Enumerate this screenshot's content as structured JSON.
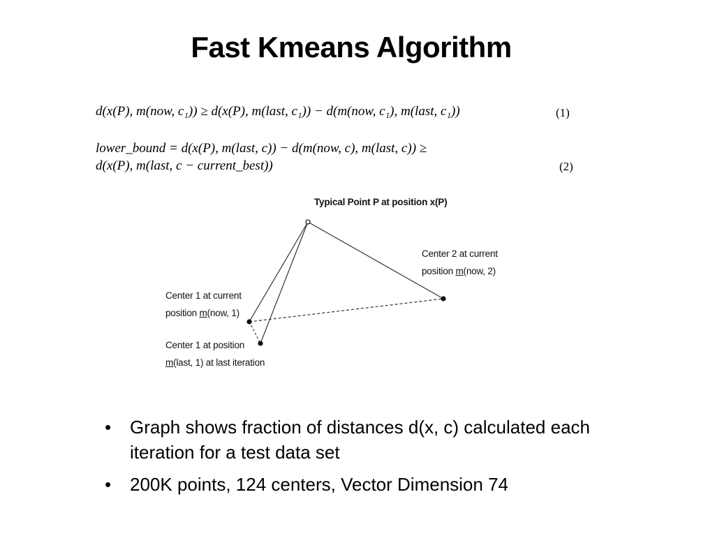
{
  "title": "Fast Kmeans Algorithm",
  "equations": {
    "eq1": "d(x(P), m(now, c₁)) ≥  d(x(P), m(last, c₁)) −  d(m(now, c₁), m(last, c₁))",
    "eq1_number": "(1)",
    "eq2_line1": "lower_bound = d(x(P), m(last, c)) − d(m(now, c), m(last, c)) ≥",
    "eq2_line2": "d(x(P), m(last, c − current_best))",
    "eq2_number": "(2)"
  },
  "diagram": {
    "point_label": "Typical Point P at position x(P)",
    "center2_line1": "Center 2 at current",
    "center2_line2_pre": "position ",
    "center2_line2_m": "m",
    "center2_line2_post": "(now, 2)",
    "center1_now_line1": "Center 1 at current",
    "center1_now_line2_pre": "position ",
    "center1_now_line2_m": "m",
    "center1_now_line2_post": "(now, 1)",
    "center1_last_line1": "Center 1 at position",
    "center1_last_line2_m": "m",
    "center1_last_line2_post": "(last, 1) at last iteration"
  },
  "bullets": [
    "Graph shows fraction of distances d(x, c) calculated each iteration for a test data set",
    "200K points, 124 centers, Vector Dimension 74"
  ],
  "bullet_glyph": "•"
}
